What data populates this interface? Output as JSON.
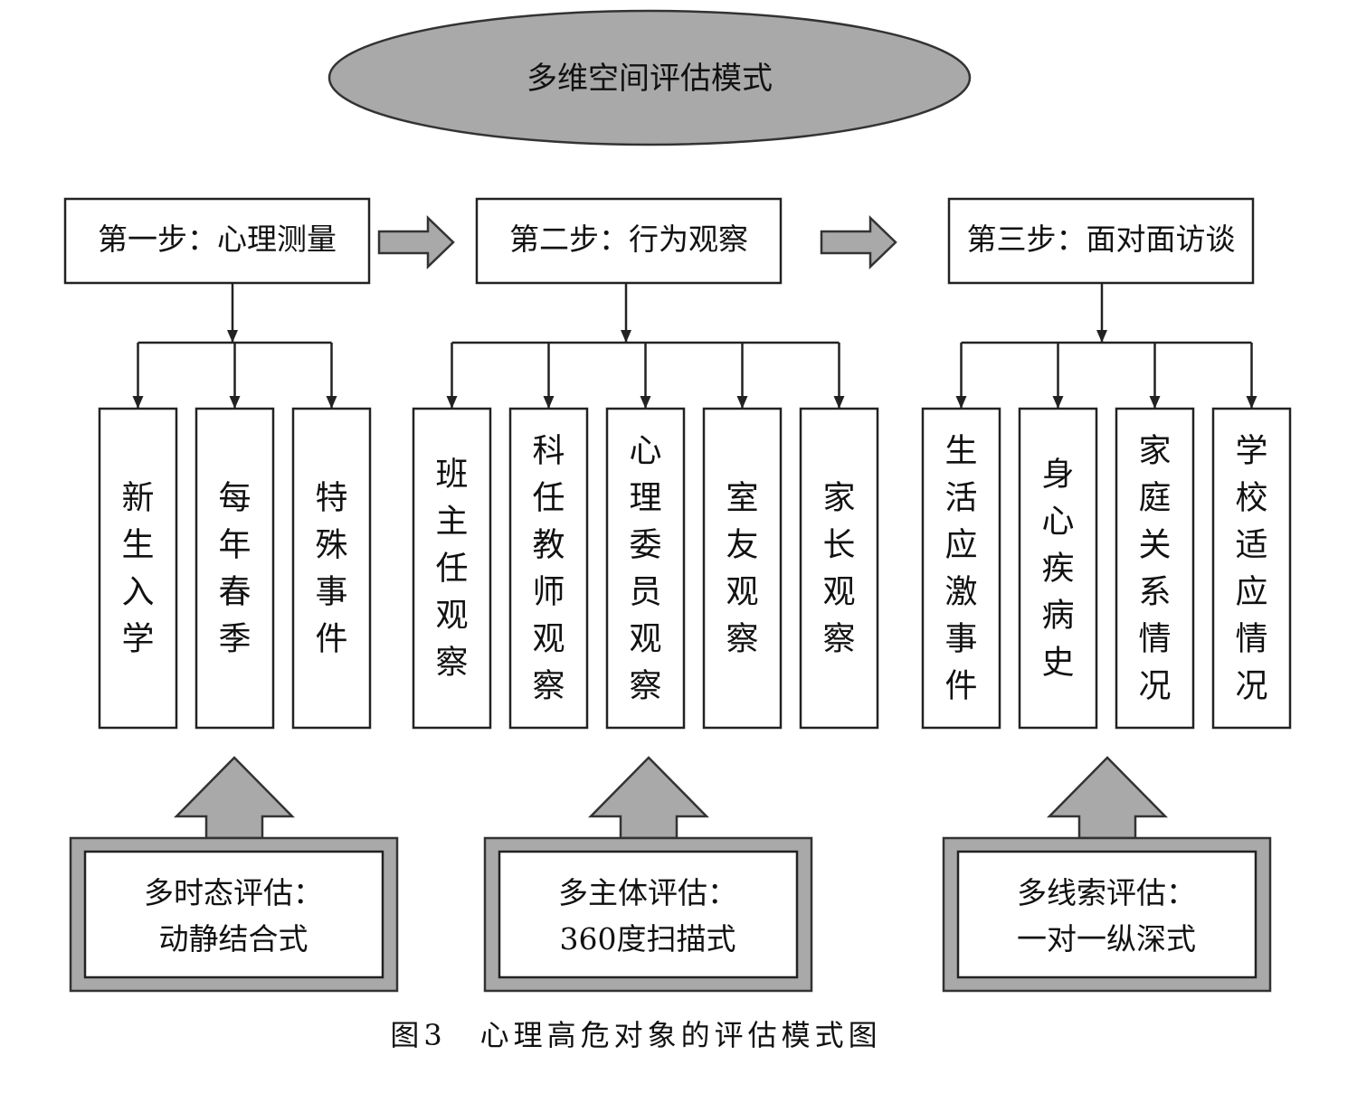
{
  "title": "多维空间评估模式",
  "steps": [
    {
      "label": "第一步：心理测量",
      "children": [
        "新生入学",
        "每年春季",
        "特殊事件"
      ],
      "summary": {
        "line1": "多时态评估：",
        "line2": "动静结合式"
      }
    },
    {
      "label": "第二步：行为观察",
      "children": [
        "班主任观察",
        "科任教师观察",
        "心理委员观察",
        "室友观察",
        "家长观察"
      ],
      "summary": {
        "line1": "多主体评估：",
        "line2": "360度扫描式"
      }
    },
    {
      "label": "第三步：面对面访谈",
      "children": [
        "生活应激事件",
        "身心疾病史",
        "家庭关系情况",
        "学校适应情况"
      ],
      "summary": {
        "line1": "多线索评估：",
        "line2": "一对一纵深式"
      }
    }
  ],
  "caption": "图3　心理高危对象的评估模式图",
  "colors": {
    "shape_fill": "#a9a9a9",
    "stroke": "#222222",
    "background": "#ffffff"
  }
}
